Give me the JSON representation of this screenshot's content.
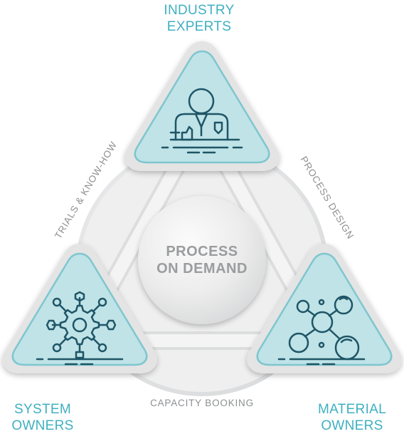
{
  "nodes": {
    "top": {
      "line1": "INDUSTRY",
      "line2": "EXPERTS",
      "icon": "expert-person-icon"
    },
    "left": {
      "line1": "SYSTEM",
      "line2": "OWNERS",
      "icon": "gear-network-icon"
    },
    "right": {
      "line1": "MATERIAL",
      "line2": "OWNERS",
      "icon": "molecule-icon"
    }
  },
  "edges": {
    "left": "TRIALS & KNOW-HOW",
    "right": "PROCESS DESIGN",
    "bottom": "CAPACITY BOOKING"
  },
  "center": {
    "line1": "PROCESS",
    "line2": "ON DEMAND"
  },
  "colors": {
    "accent": "#3fb0c0",
    "icon_stroke": "#1f5566",
    "triangle_fill": "#bfe3e7",
    "triangle_border": "#7fc6cf",
    "ring_gray": "#e2e3e4",
    "text_gray": "#8d8f91"
  }
}
